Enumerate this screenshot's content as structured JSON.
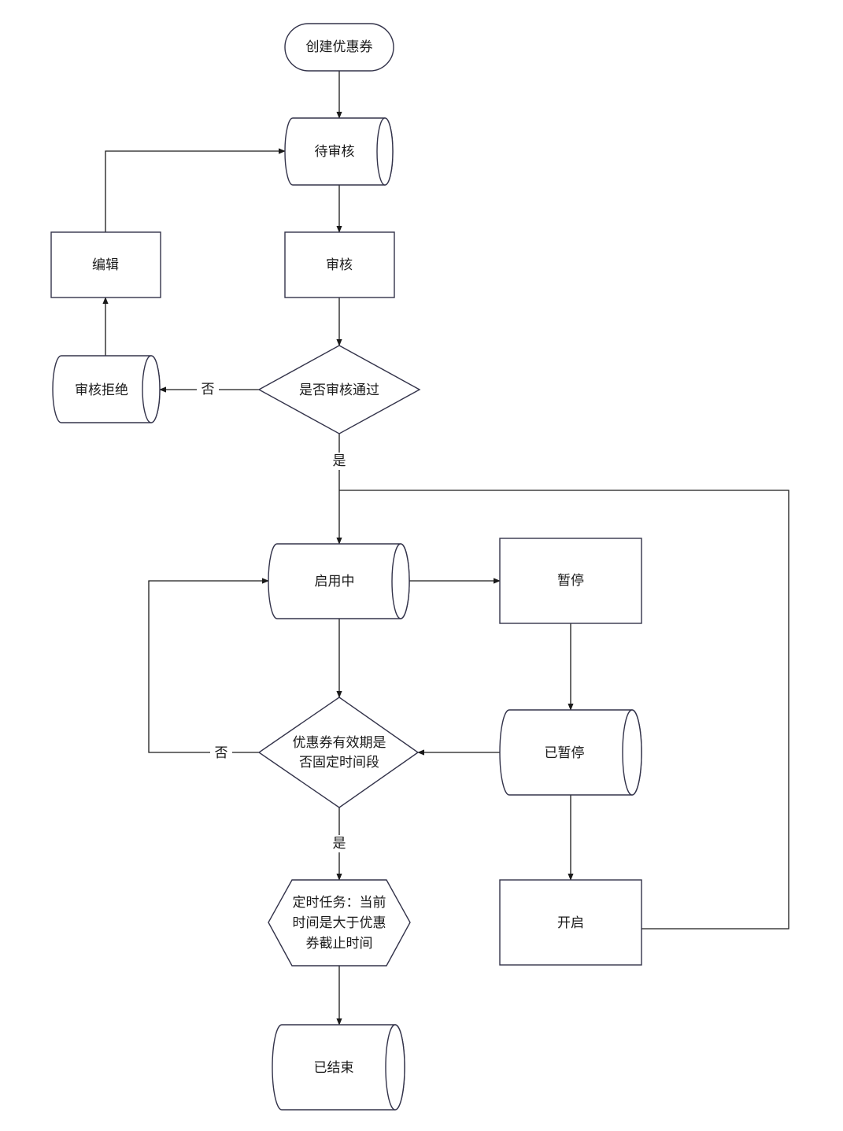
{
  "nodes": {
    "create_coupon": "创建优惠券",
    "pending_review": "待审核",
    "review": "审核",
    "edit": "编辑",
    "review_decision": "是否审核通过",
    "review_rejected": "审核拒绝",
    "enabled": "启用中",
    "pause": "暂停",
    "paused": "已暂停",
    "validity_decision_line1": "优惠券有效期是",
    "validity_decision_line2": "否固定时间段",
    "scheduled_task_line1": "定时任务：当前",
    "scheduled_task_line2": "时间是大于优惠",
    "scheduled_task_line3": "券截止时间",
    "resume": "开启",
    "ended": "已结束"
  },
  "edge_labels": {
    "no": "否",
    "yes": "是"
  },
  "colors": {
    "stroke": "#33334a",
    "edge": "#1a1a1a",
    "text": "#1a1a1a",
    "background": "#ffffff"
  }
}
